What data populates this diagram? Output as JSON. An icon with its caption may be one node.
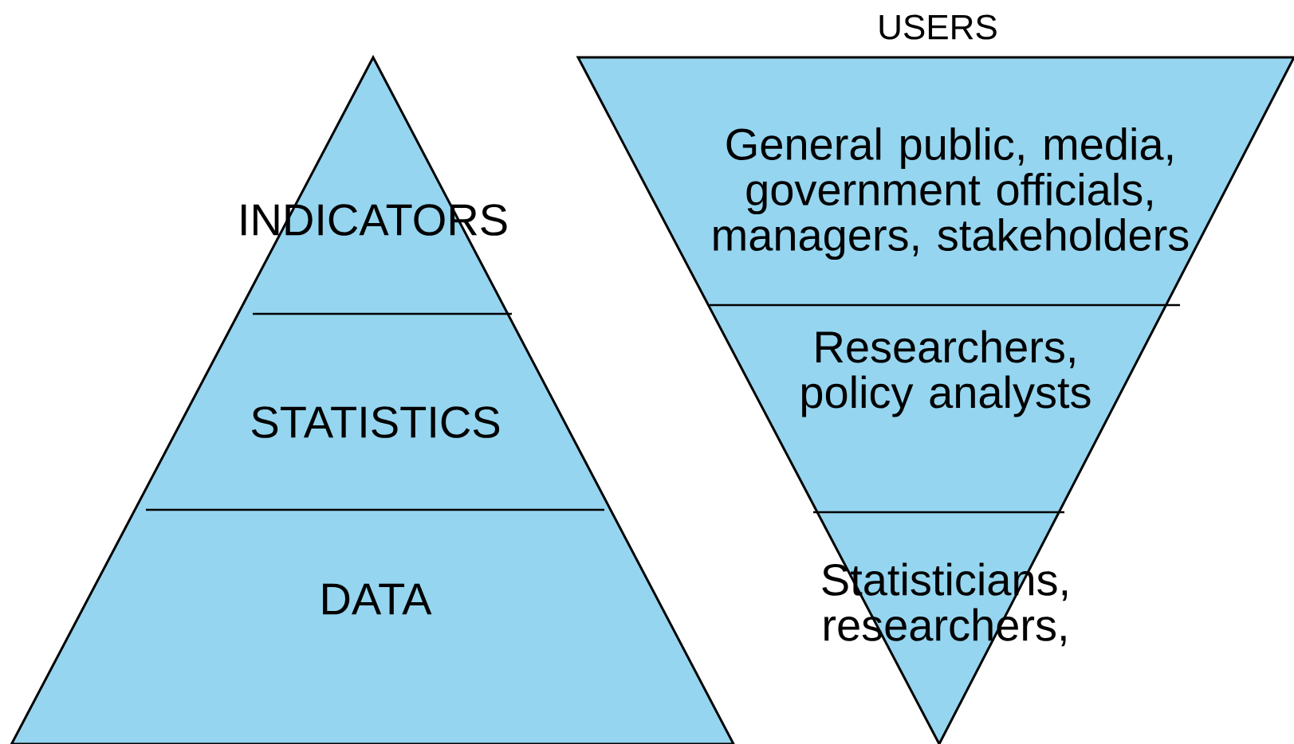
{
  "diagram": {
    "nodes": [
      {
        "text": [
          "INDICATORS"
        ]
      },
      {
        "text": [
          "STATISTICS"
        ]
      },
      {
        "text": [
          "DATA"
        ]
      },
      {
        "text": [
          "General public, media, government officials, managers, stakeholders"
        ]
      },
      {
        "text": [
          "Researchers, policy analysts"
        ]
      },
      {
        "text": [
          "Statisticians, researchers,"
        ]
      }
    ],
    "edges": [],
    "labels": [
      "USERS"
    ]
  }
}
